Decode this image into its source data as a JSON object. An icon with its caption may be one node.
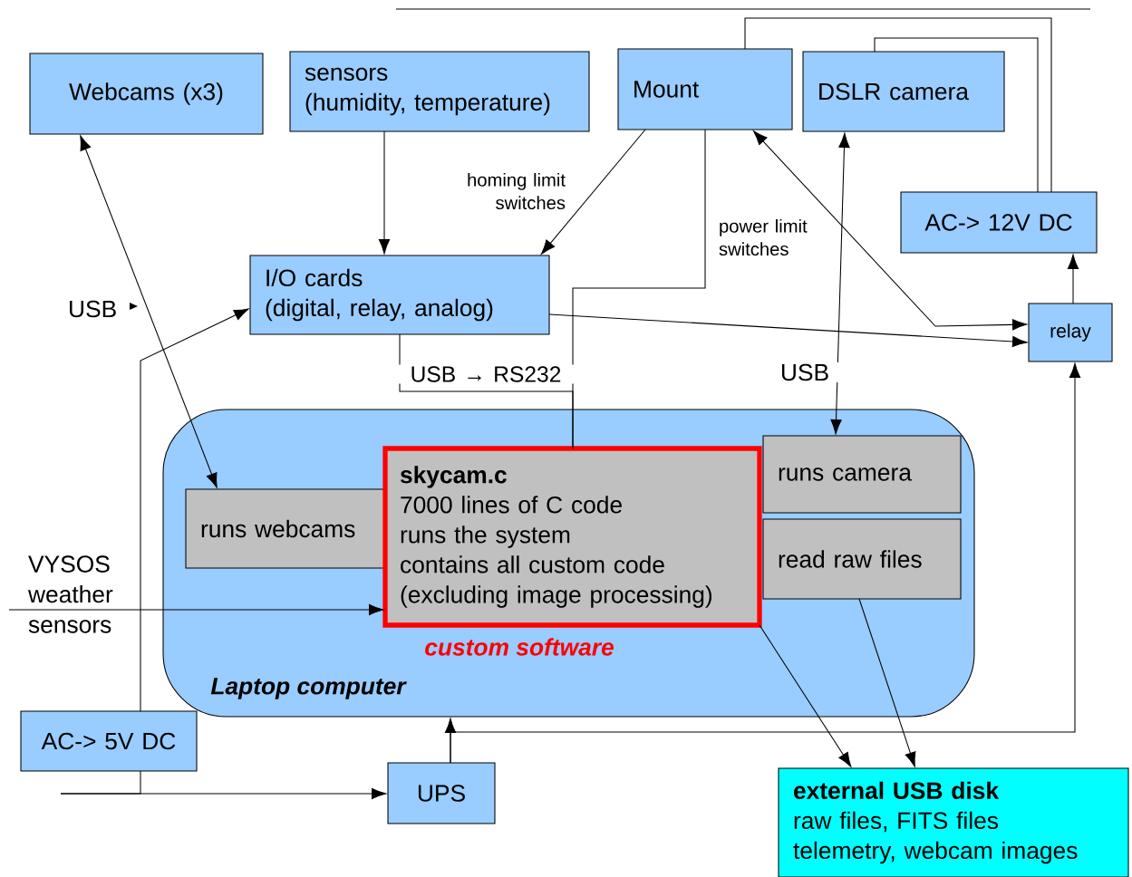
{
  "diagram": {
    "nodes": [
      {
        "text": [
          "Webcams (x3)"
        ]
      },
      {
        "text": [
          "sensors",
          "(humidity, temperature)"
        ]
      },
      {
        "text": [
          "Mount"
        ]
      },
      {
        "text": [
          "DSLR camera"
        ]
      },
      {
        "text": [
          "AC-> 12V DC"
        ]
      },
      {
        "text": [
          "I/O cards",
          "(digital, relay, analog)"
        ]
      },
      {
        "text": [
          "relay"
        ]
      },
      {
        "text": [
          "Laptop computer"
        ]
      },
      {
        "text": [
          "runs webcams"
        ],
        "in": 7
      },
      {
        "text": [
          "skycam.c",
          "7000 lines of C code",
          "runs the system",
          "contains all custom code",
          "(excluding image processing)"
        ],
        "in": 7,
        "beside": [
          "custom software"
        ]
      },
      {
        "text": [
          "runs camera"
        ],
        "in": 7
      },
      {
        "text": [
          "read raw files"
        ],
        "in": 7
      },
      {
        "text": [
          "AC-> 5V DC"
        ]
      },
      {
        "text": [
          "UPS"
        ]
      },
      {
        "text": [
          "external USB disk",
          "raw files, FITS files",
          "telemetry, webcam images"
        ]
      }
    ],
    "edges": [
      {
        "from": 0,
        "to": 8,
        "arrow": "both"
      },
      {
        "from": 1,
        "to": 5,
        "arrow": "to"
      },
      {
        "from": 2,
        "to": 5,
        "arrow": "to",
        "label": "homing limit switches"
      },
      {
        "from": 5,
        "to": 9,
        "arrow": "none",
        "label": "USB → RS232"
      },
      {
        "from": 2,
        "to": 9,
        "arrow": "none"
      },
      {
        "from": 2,
        "to": 6,
        "arrow": "both",
        "label": "power limit switches"
      },
      {
        "from": 5,
        "to": 6,
        "arrow": "to"
      },
      {
        "from": 3,
        "to": 10,
        "arrow": "both",
        "label": "USB"
      },
      {
        "from": 6,
        "to": 4,
        "arrow": "to"
      },
      {
        "from": 4,
        "to": 2,
        "arrow": "none"
      },
      {
        "from": 4,
        "to": 3,
        "arrow": "none"
      },
      {
        "from": 13,
        "to": 7,
        "arrow": "to"
      },
      {
        "from": 13,
        "to": 6,
        "arrow": "to"
      },
      {
        "from": 12,
        "to": 5,
        "arrow": "to"
      },
      {
        "from": null,
        "to": 12,
        "arrow": "none"
      },
      {
        "from": null,
        "to": 13,
        "arrow": "to"
      },
      {
        "from": null,
        "to": 9,
        "arrow": "to"
      },
      {
        "from": 9,
        "to": 14,
        "arrow": "to"
      },
      {
        "from": 11,
        "to": 14,
        "arrow": "to"
      }
    ],
    "labels": [
      "USB",
      "VYSOS weather sensors"
    ]
  }
}
